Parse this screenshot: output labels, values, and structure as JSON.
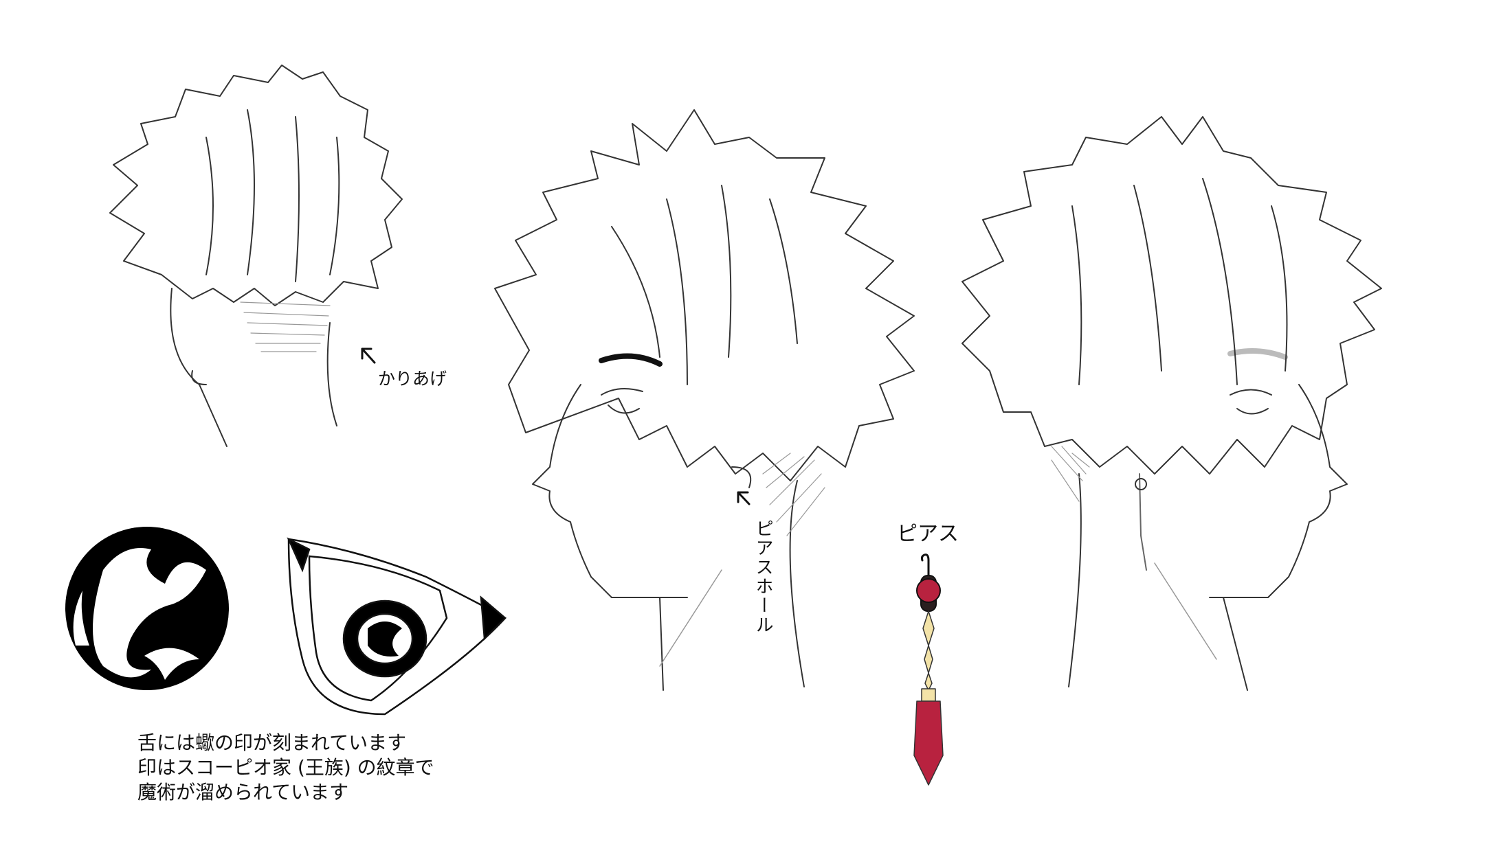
{
  "labels": {
    "kariage": "かりあげ",
    "pierce_hole": "ピアスホール",
    "pierce": "ピアス"
  },
  "note": {
    "lines": [
      "舌には蠍の印が刻まれています",
      "印はスコーピオ家 (王族) の紋章で",
      "魔術が溜められています"
    ]
  },
  "colors": {
    "line": "#222222",
    "hatch": "#888888",
    "earring_red": "#b8223f",
    "earring_dark": "#2a1f1f",
    "earring_gold": "#f3e3a8",
    "emblem": "#000000"
  }
}
